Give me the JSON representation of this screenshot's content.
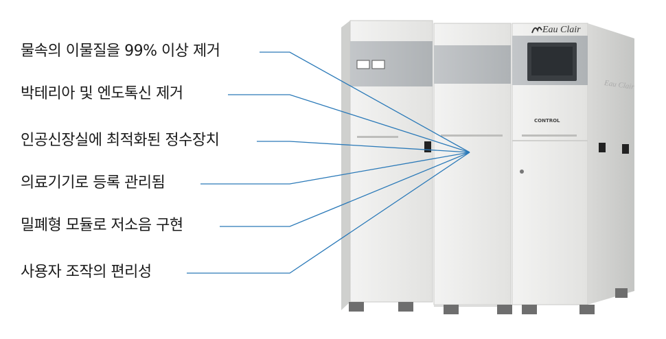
{
  "features": [
    {
      "label": "물속의 이물질을 99% 이상 제거"
    },
    {
      "label": "박테리아 및 엔도톡신 제거"
    },
    {
      "label": "인공신장실에 최적화된 정수장치"
    },
    {
      "label": "의료기기로 등록 관리됨"
    },
    {
      "label": "밀폐형 모듈로 저소음 구현"
    },
    {
      "label": "사용자 조작의 편리성"
    }
  ],
  "product": {
    "brand": "Eau Clair",
    "side_brand": "Eau Clair",
    "module_labels": [
      "CONTROL"
    ]
  },
  "colors": {
    "callout_line": "#2a79b8",
    "cabinet_body": "#ebebea",
    "cabinet_band": "#b9bcbf",
    "screen": "#2b2f33",
    "feet": "#6e6e6e"
  }
}
